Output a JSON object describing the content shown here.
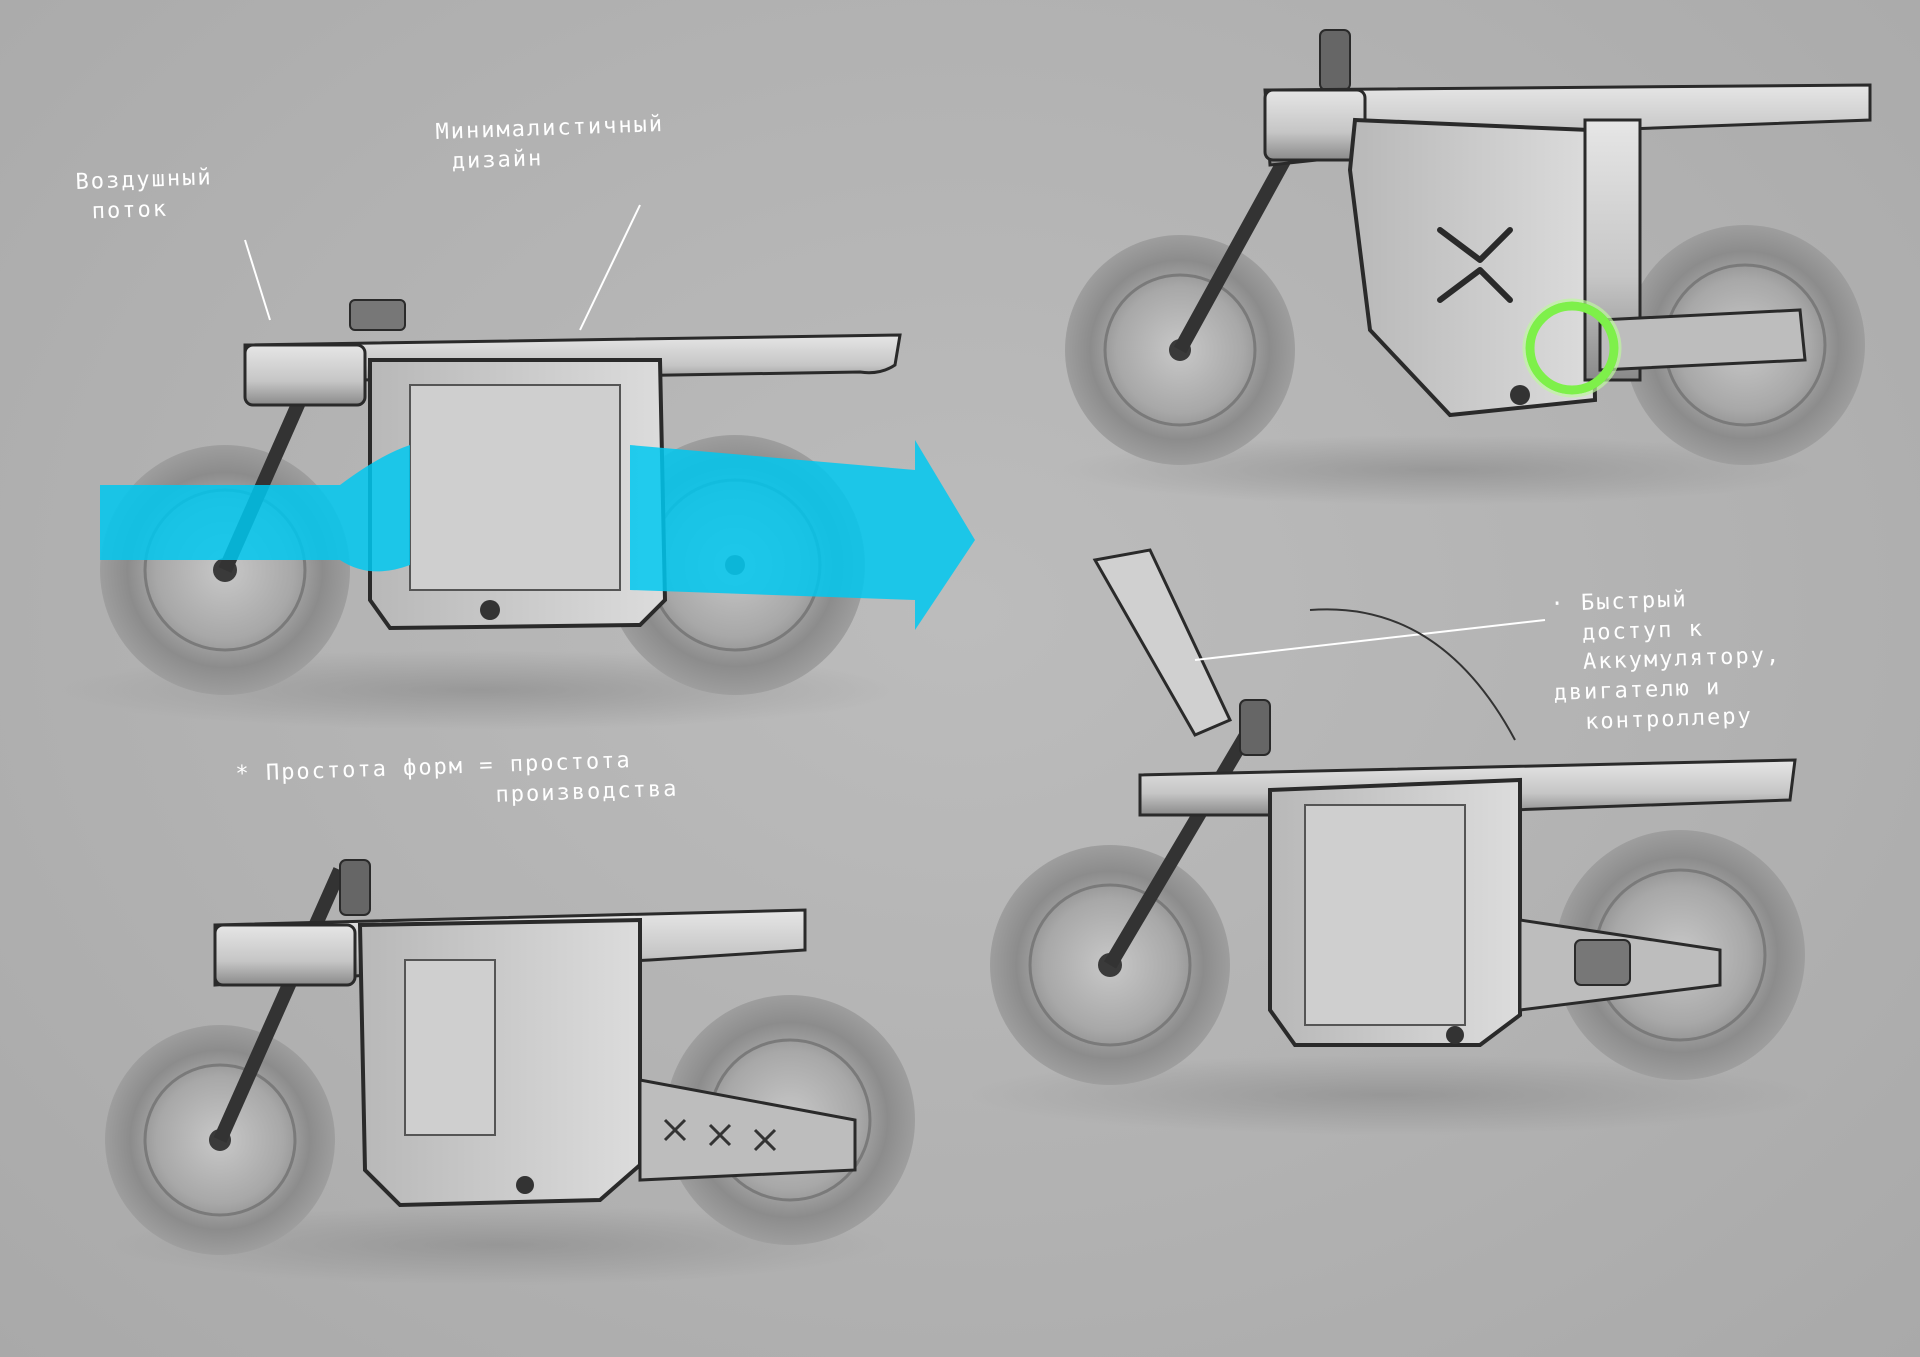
{
  "sketch_notes": {
    "airflow": "Воздушный\n поток",
    "minimal": "Минималистичный\n дизайн",
    "simplicity": "* Простота форм = простота\n                 производства",
    "quick_access": "· Быстрый\n  доступ к\n  Аккумулятору,\nдвигателю и\n  контроллеру"
  },
  "colors": {
    "background": "#b3b3b3",
    "airflow_arrow": "#00c8f0",
    "highlight_ring": "#7ef04a",
    "ink": "#2a2a2a",
    "wheel": "#9a9a9a"
  }
}
